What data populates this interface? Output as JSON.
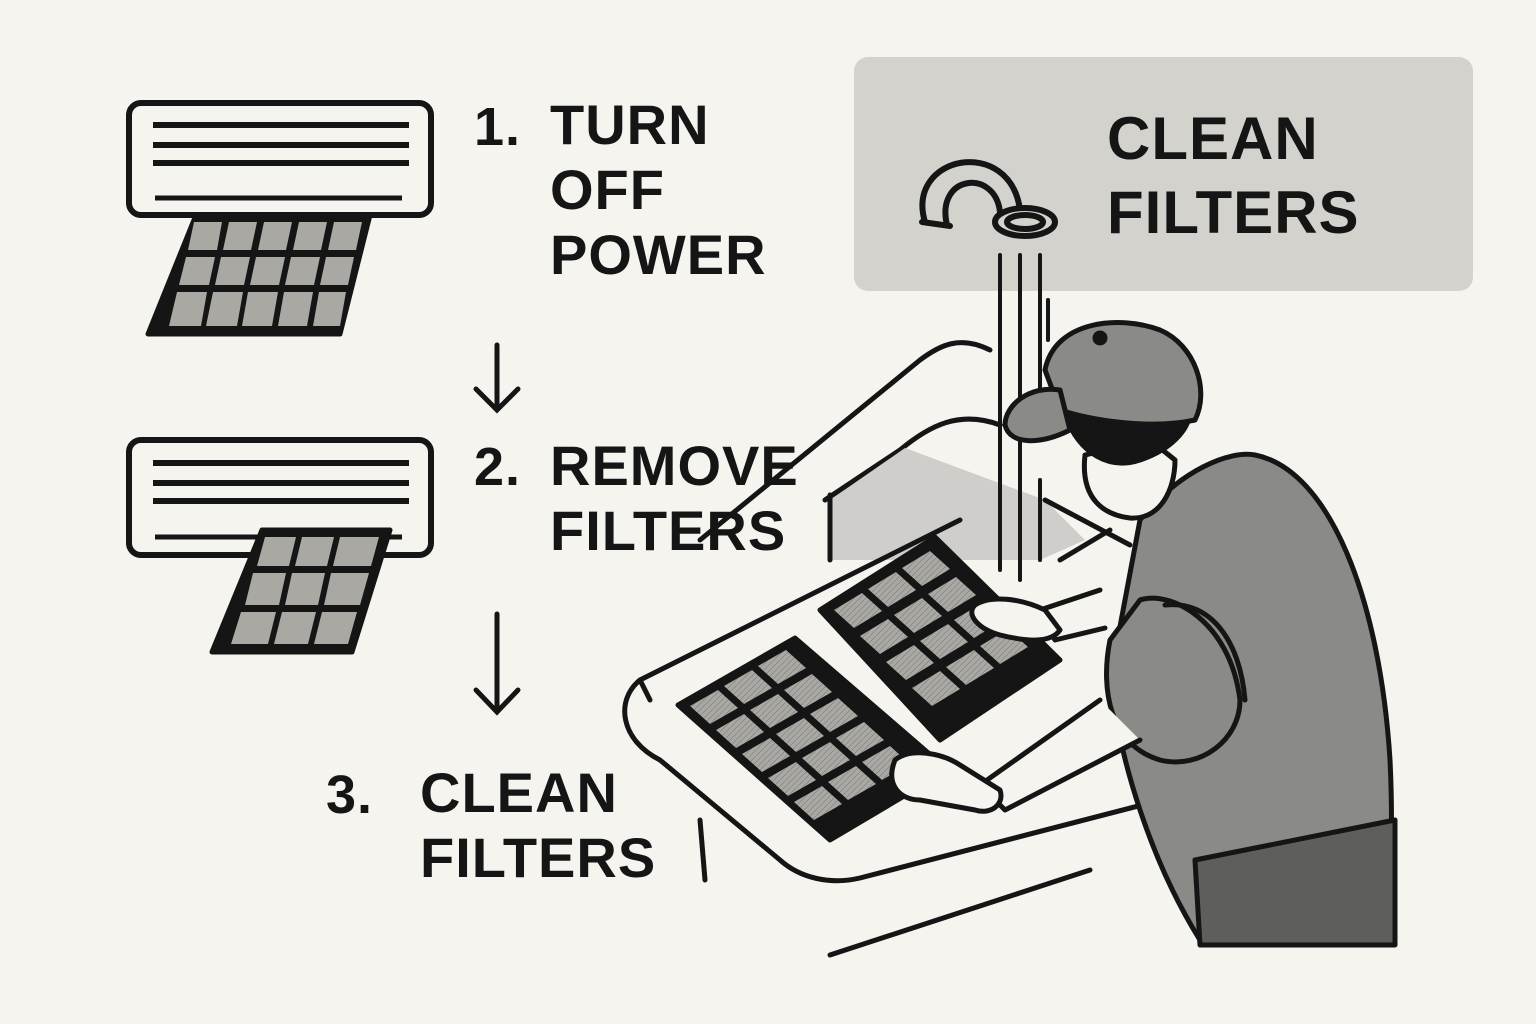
{
  "steps": [
    {
      "number": "1.",
      "lines": [
        "TURN",
        "OFF",
        "POWER"
      ]
    },
    {
      "number": "2.",
      "lines": [
        "REMOVE",
        "FILTERS"
      ]
    },
    {
      "number": "3.",
      "lines": [
        "CLEAN",
        "FILTERS"
      ]
    }
  ],
  "callout": {
    "lines": [
      "CLEAN",
      "FILTERS"
    ]
  },
  "icons": {
    "step1": "ac-unit-with-filter-icon",
    "step2": "ac-unit-removing-filter-icon",
    "arrow": "down-arrow-icon",
    "faucet": "faucet-icon",
    "technician": "technician-cleaning-filter-illustration"
  },
  "colors": {
    "background": "#f6f4ef",
    "ink": "#151515",
    "panel": "#d3d2cd",
    "filter_fill": "#a9a8a3",
    "shirt": "#8a8a87"
  }
}
